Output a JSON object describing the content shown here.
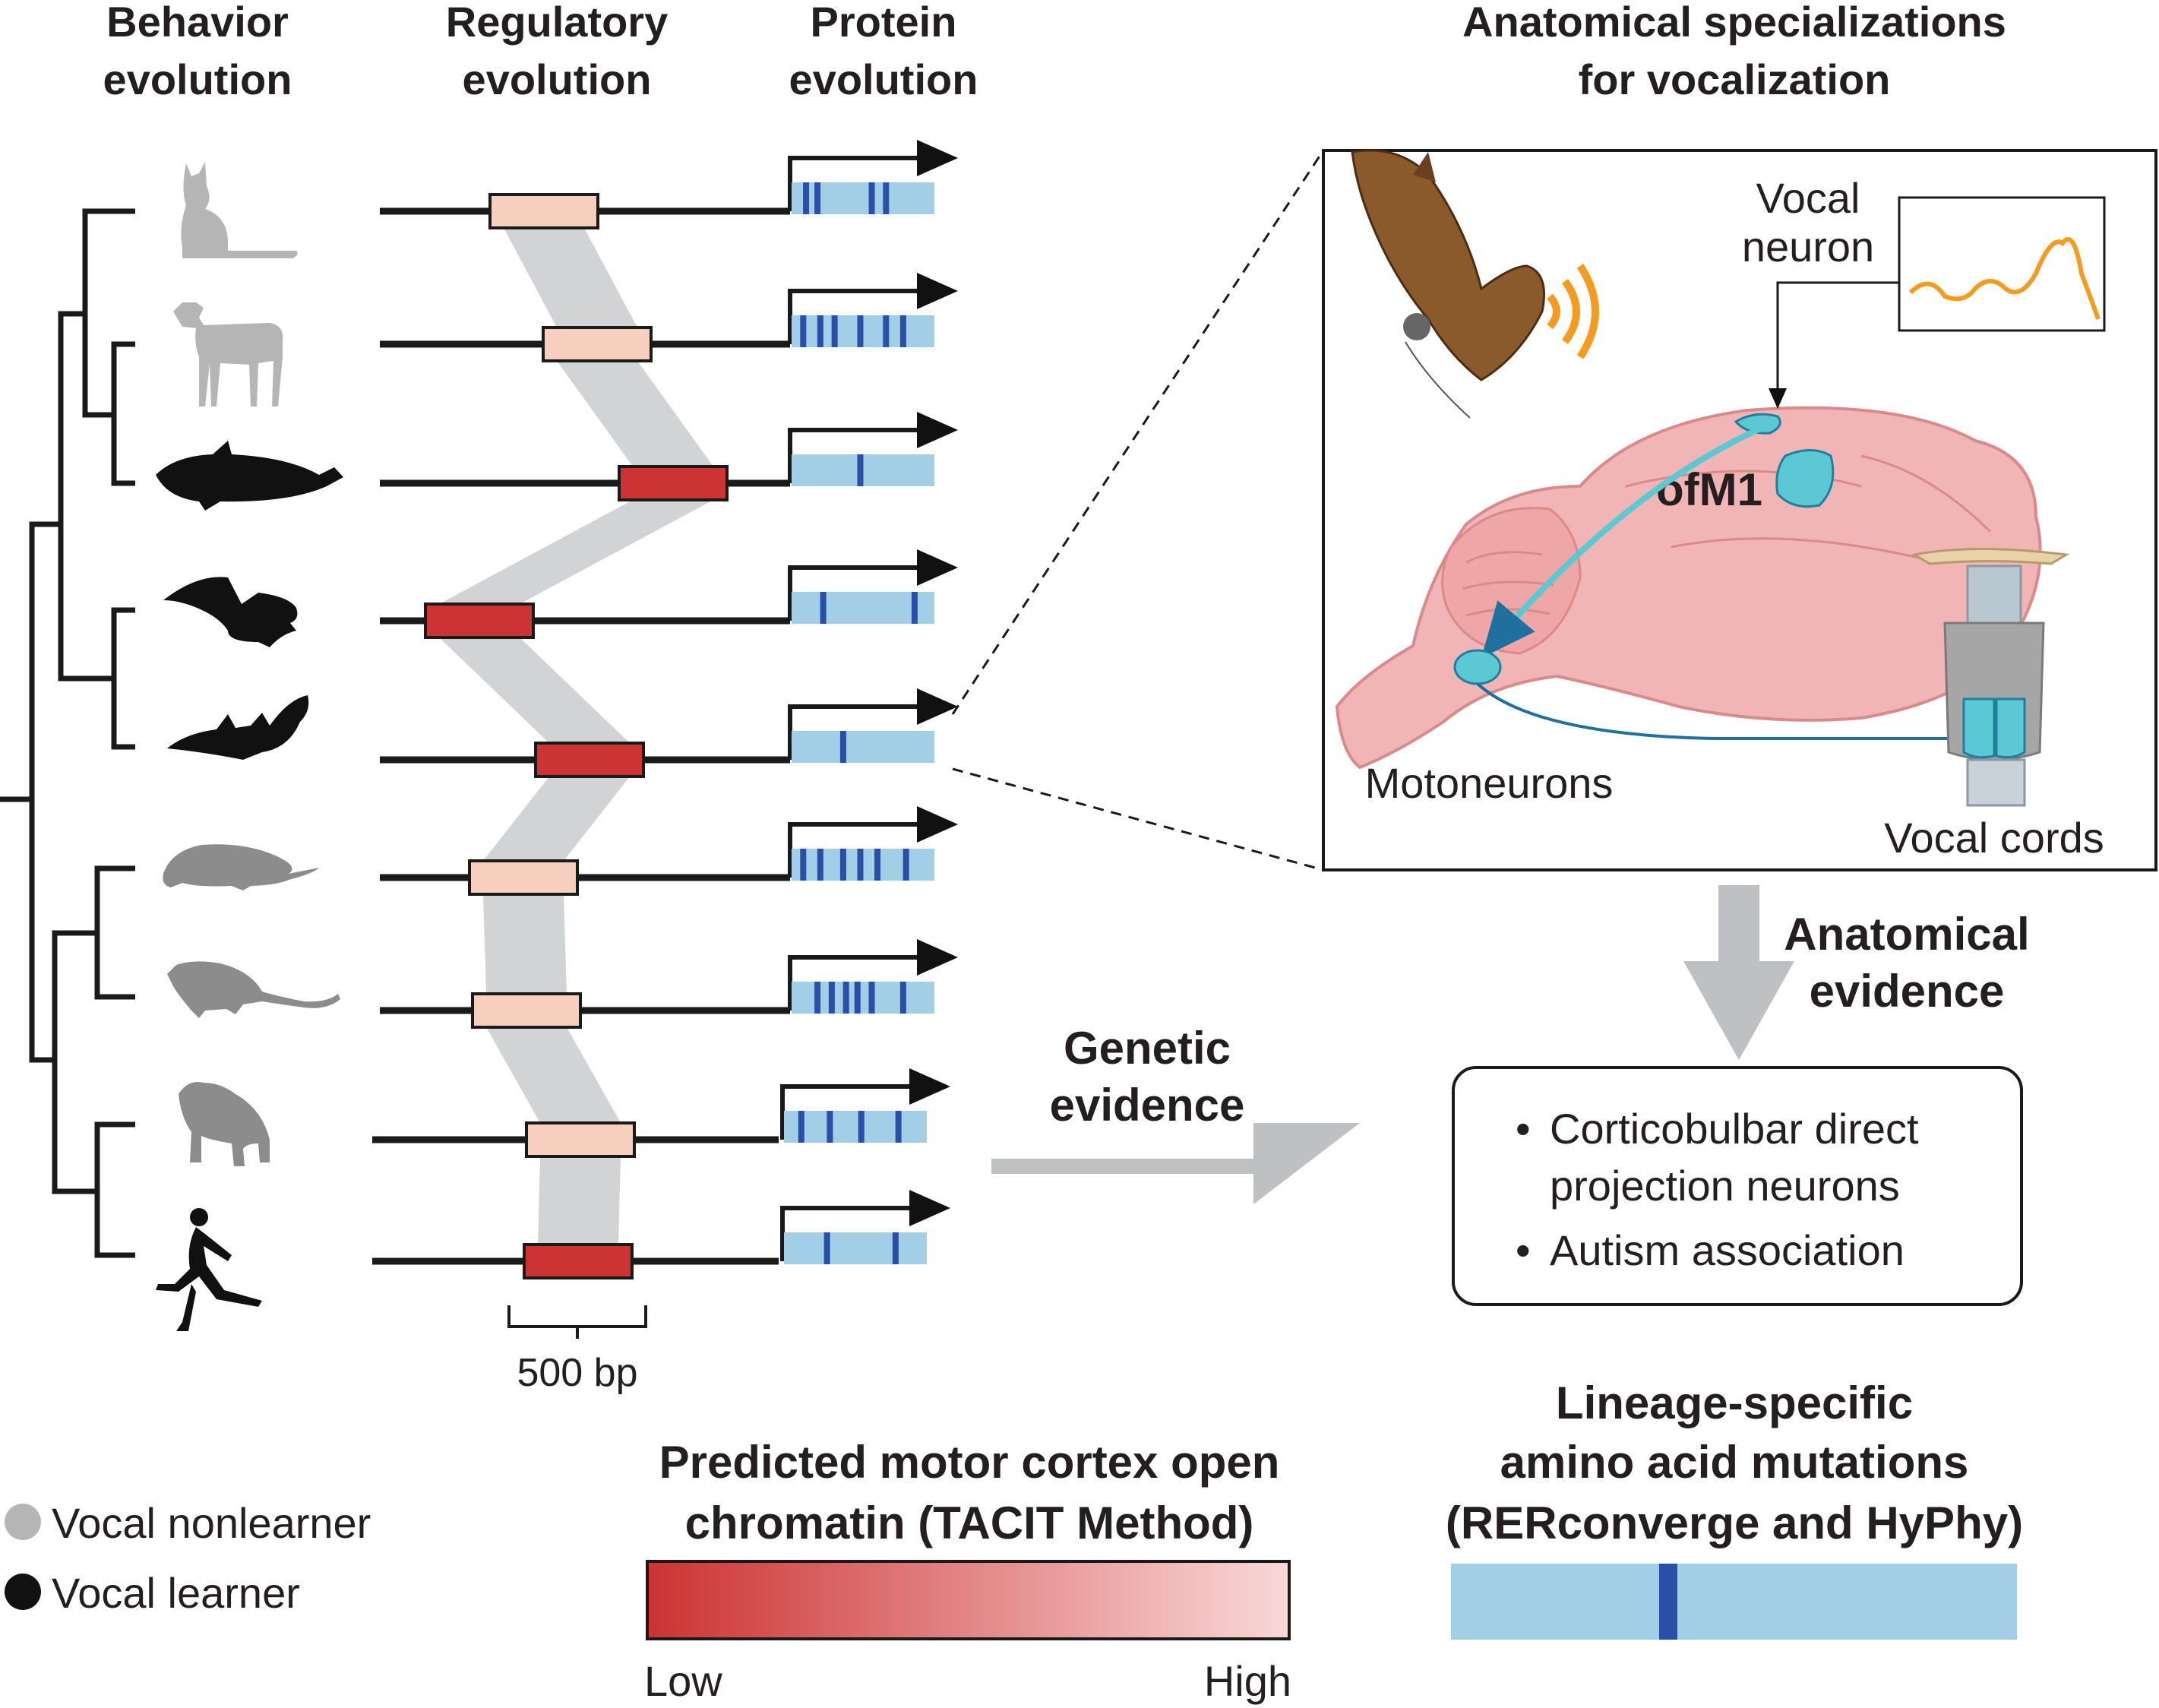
{
  "headers": {
    "behavior": [
      "Behavior",
      "evolution"
    ],
    "regulatory": [
      "Regulatory",
      "evolution"
    ],
    "protein": [
      "Protein",
      "evolution"
    ],
    "anatomical": [
      "Anatomical specializations",
      "for vocalization"
    ]
  },
  "species": [
    {
      "icon": "cat-icon",
      "learner": false,
      "chromatin": "high",
      "mutation_count": 4
    },
    {
      "icon": "goat-icon",
      "learner": false,
      "chromatin": "high",
      "mutation_count": 6
    },
    {
      "icon": "dolphin-icon",
      "learner": true,
      "chromatin": "low",
      "mutation_count": 1
    },
    {
      "icon": "bat-icon",
      "learner": true,
      "chromatin": "low",
      "mutation_count": 2
    },
    {
      "icon": "bat-icon",
      "learner": true,
      "chromatin": "low",
      "mutation_count": 1
    },
    {
      "icon": "rat-icon",
      "learner": false,
      "chromatin": "high",
      "mutation_count": 6
    },
    {
      "icon": "mouse-icon",
      "learner": false,
      "chromatin": "high",
      "mutation_count": 6
    },
    {
      "icon": "chimpanzee-icon",
      "learner": false,
      "chromatin": "high",
      "mutation_count": 4
    },
    {
      "icon": "human-icon",
      "learner": true,
      "chromatin": "low",
      "mutation_count": 2
    }
  ],
  "scale_bar": "500 bp",
  "inset": {
    "vocal_neuron": [
      "Vocal",
      "neuron"
    ],
    "region": "ofM1",
    "motoneurons": "Motoneurons",
    "vocal_cords": "Vocal cords"
  },
  "anatomical_evidence": [
    "Anatomical",
    "evidence"
  ],
  "genetic_evidence": [
    "Genetic",
    "evidence"
  ],
  "evidence_box": {
    "items": [
      [
        "Corticobulbar direct",
        "projection neurons"
      ],
      [
        "Autism association"
      ]
    ],
    "bullet": "•"
  },
  "legend": {
    "nonlearner": "Vocal nonlearner",
    "learner": "Vocal learner",
    "nonlearner_color": "#b5b5b5",
    "learner_color": "#111111"
  },
  "chromatin_legend": {
    "title": [
      "Predicted motor cortex open",
      "chromatin (TACIT Method)"
    ],
    "low": "Low",
    "high": "High",
    "low_color": "#cc3333",
    "high_color": "#f9d8d8"
  },
  "mutation_legend": {
    "title": [
      "Lineage-specific",
      "amino acid mutations",
      "(RERconverge and HyPhy)"
    ],
    "bar_color": "#a3cfe6",
    "mark_color": "#2a4fa8"
  }
}
